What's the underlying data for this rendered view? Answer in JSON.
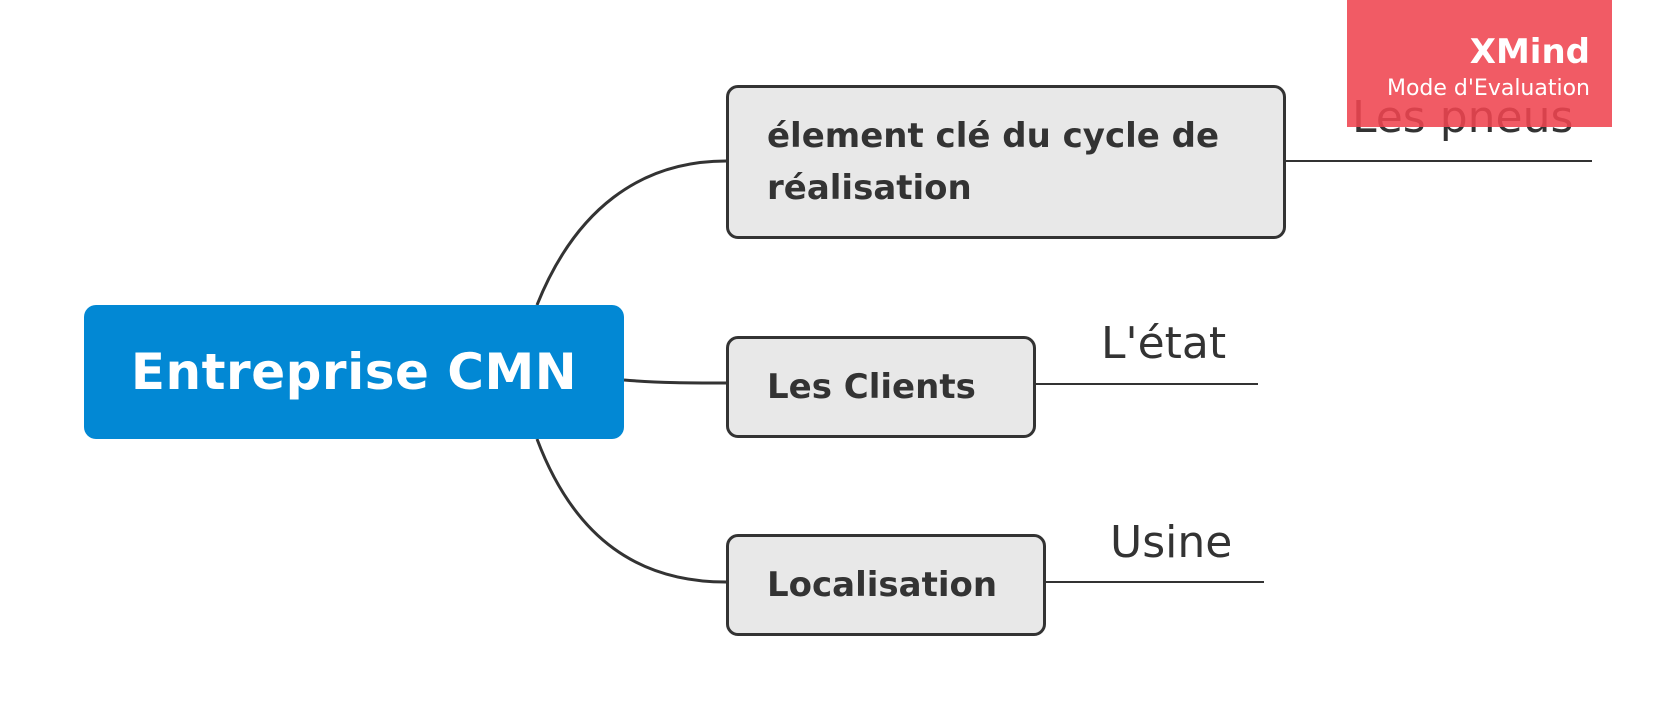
{
  "mindmap": {
    "central": {
      "label": "Entreprise CMN"
    },
    "branches": [
      {
        "label": "élement clé du cycle de réalisation",
        "child": "Les pneus"
      },
      {
        "label": "Les Clients",
        "child": "L'état"
      },
      {
        "label": "Localisation",
        "child": "Usine"
      }
    ]
  },
  "watermark": {
    "title": "XMind",
    "subtitle": "Mode d'Evaluation"
  },
  "colors": {
    "central_fill": "#0288d4",
    "topic_fill": "#e8e8e8",
    "outline": "#333333",
    "watermark": "#ef4450"
  }
}
